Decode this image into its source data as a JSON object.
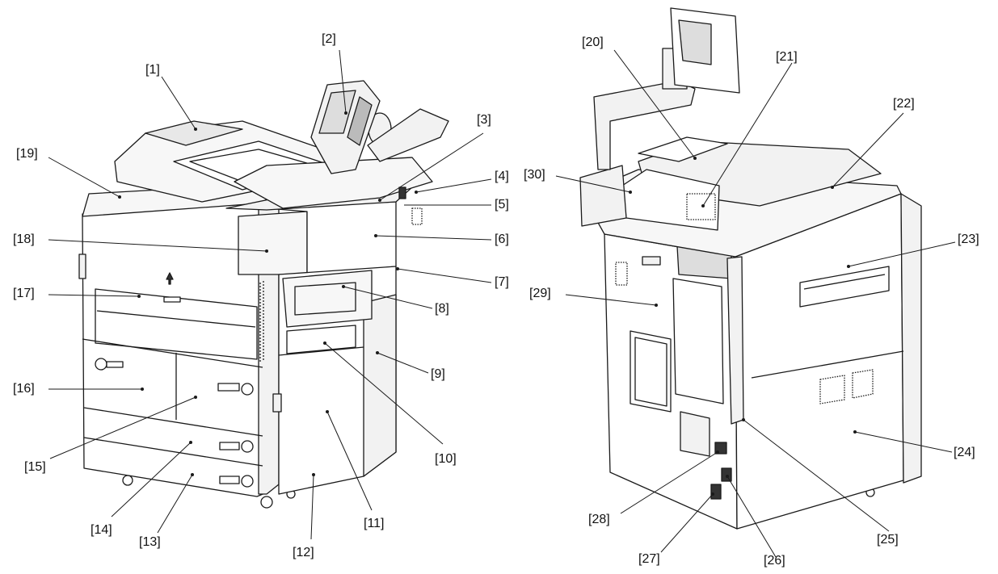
{
  "callouts": {
    "c1": "[1]",
    "c2": "[2]",
    "c3": "[3]",
    "c4": "[4]",
    "c5": "[5]",
    "c6": "[6]",
    "c7": "[7]",
    "c8": "[8]",
    "c9": "[9]",
    "c10": "[10]",
    "c11": "[11]",
    "c12": "[12]",
    "c13": "[13]",
    "c14": "[14]",
    "c15": "[15]",
    "c16": "[16]",
    "c17": "[17]",
    "c18": "[18]",
    "c19": "[19]",
    "c20": "[20]",
    "c21": "[21]",
    "c22": "[22]",
    "c23": "[23]",
    "c24": "[24]",
    "c25": "[25]",
    "c26": "[26]",
    "c27": "[27]",
    "c28": "[28]",
    "c29": "[29]",
    "c30": "[30]"
  },
  "colors": {
    "line": "#1a1a1a",
    "body": "#ffffff",
    "panel": "#f2f2f2",
    "dark": "#333333"
  }
}
